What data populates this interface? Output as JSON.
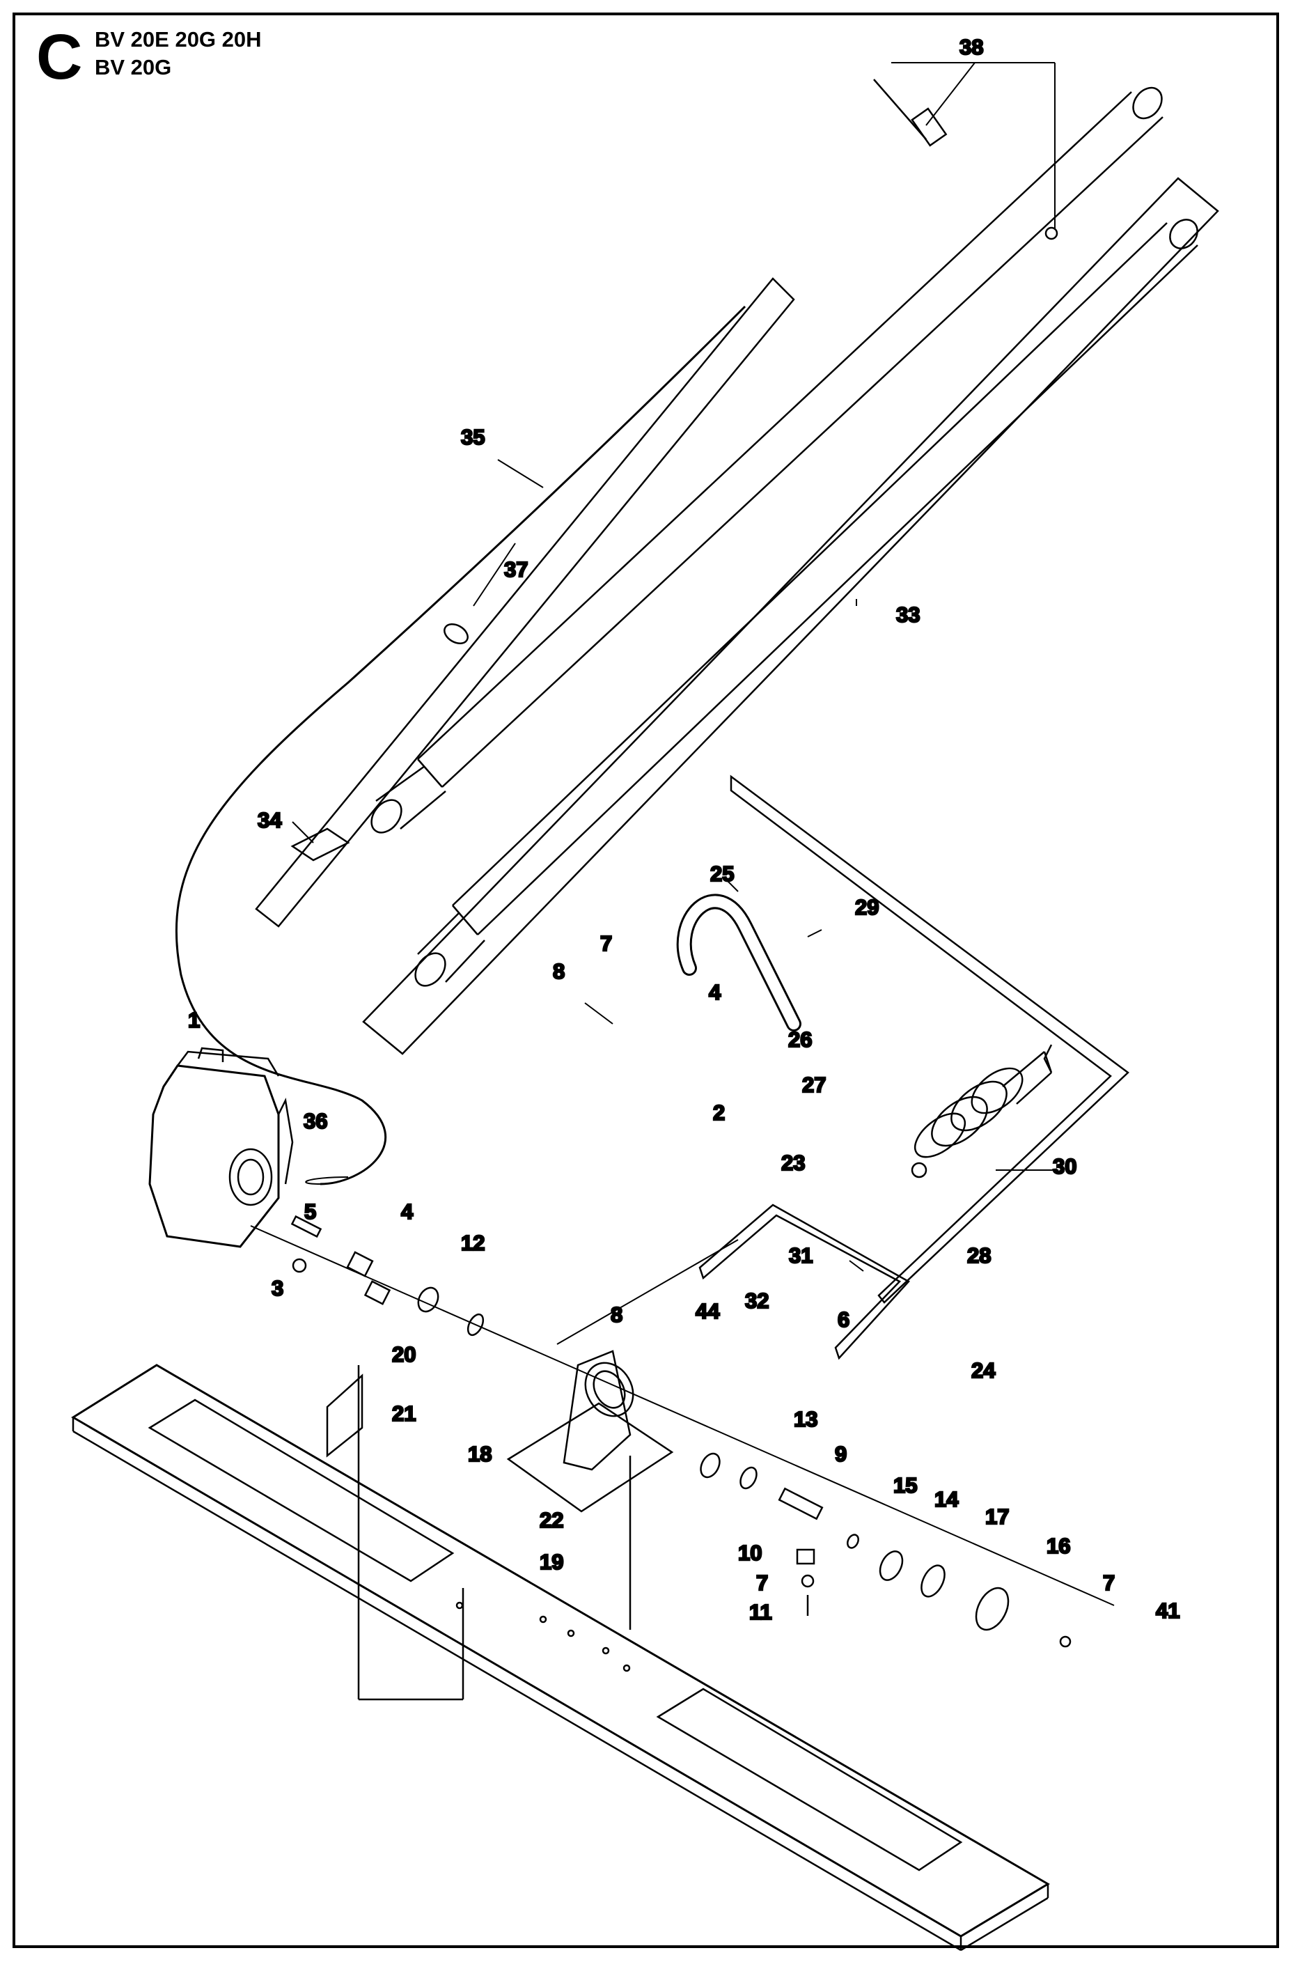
{
  "header": {
    "section_letter": "C",
    "model_line_1": "BV 20E 20G 20H",
    "model_line_2": "BV 20G"
  },
  "callouts": [
    {
      "id": "c1",
      "label": "1"
    },
    {
      "id": "c2",
      "label": "2"
    },
    {
      "id": "c3",
      "label": "3"
    },
    {
      "id": "c4a",
      "label": "4"
    },
    {
      "id": "c4b",
      "label": "4"
    },
    {
      "id": "c5",
      "label": "5"
    },
    {
      "id": "c6",
      "label": "6"
    },
    {
      "id": "c7a",
      "label": "7"
    },
    {
      "id": "c7b",
      "label": "7"
    },
    {
      "id": "c7c",
      "label": "7"
    },
    {
      "id": "c8a",
      "label": "8"
    },
    {
      "id": "c8b",
      "label": "8"
    },
    {
      "id": "c9",
      "label": "9"
    },
    {
      "id": "c10",
      "label": "10"
    },
    {
      "id": "c11",
      "label": "11"
    },
    {
      "id": "c12",
      "label": "12"
    },
    {
      "id": "c13",
      "label": "13"
    },
    {
      "id": "c14",
      "label": "14"
    },
    {
      "id": "c15",
      "label": "15"
    },
    {
      "id": "c16",
      "label": "16"
    },
    {
      "id": "c17",
      "label": "17"
    },
    {
      "id": "c18",
      "label": "18"
    },
    {
      "id": "c19",
      "label": "19"
    },
    {
      "id": "c20",
      "label": "20"
    },
    {
      "id": "c21",
      "label": "21"
    },
    {
      "id": "c22",
      "label": "22"
    },
    {
      "id": "c23",
      "label": "23"
    },
    {
      "id": "c24",
      "label": "24"
    },
    {
      "id": "c25",
      "label": "25"
    },
    {
      "id": "c26",
      "label": "26"
    },
    {
      "id": "c27",
      "label": "27"
    },
    {
      "id": "c28",
      "label": "28"
    },
    {
      "id": "c29",
      "label": "29"
    },
    {
      "id": "c30",
      "label": "30"
    },
    {
      "id": "c31",
      "label": "31"
    },
    {
      "id": "c32",
      "label": "32"
    },
    {
      "id": "c33",
      "label": "33"
    },
    {
      "id": "c34",
      "label": "34"
    },
    {
      "id": "c35",
      "label": "35"
    },
    {
      "id": "c36",
      "label": "36"
    },
    {
      "id": "c37",
      "label": "37"
    },
    {
      "id": "c38",
      "label": "38"
    },
    {
      "id": "c41",
      "label": "41"
    },
    {
      "id": "c44",
      "label": "44"
    }
  ]
}
